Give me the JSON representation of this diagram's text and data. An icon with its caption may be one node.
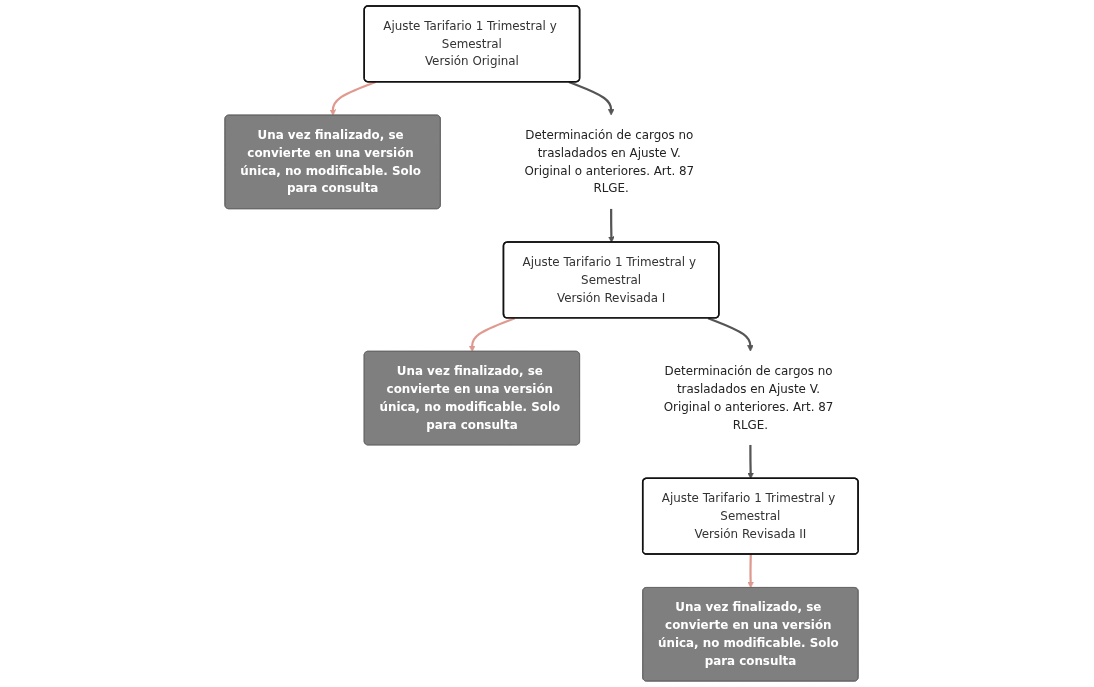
{
  "diagram": {
    "nodes": [
      {
        "text": [
          "Ajuste Tarifario 1 Trimestral y Semestral",
          "Versión Original"
        ]
      },
      {
        "text": [
          "Una vez finalizado, se convierte en una versión única, no modificable. Solo para consulta"
        ]
      },
      {
        "text": [
          "Determinación de cargos no trasladados en Ajuste V. Original o anteriores. Art. 87 RLGE."
        ]
      },
      {
        "text": [
          "Ajuste Tarifario 1 Trimestral y Semestral",
          "Versión Revisada I"
        ]
      },
      {
        "text": [
          "Una vez finalizado, se convierte en una versión única, no modificable. Solo para consulta"
        ]
      },
      {
        "text": [
          "Determinación de cargos no trasladados en Ajuste V. Original o anteriores. Art. 87 RLGE."
        ]
      },
      {
        "text": [
          "Ajuste Tarifario 1 Trimestral y Semestral",
          "Versión Revisada II"
        ]
      },
      {
        "text": [
          "Una vez finalizado, se convierte en una versión única, no modificable. Solo para consulta"
        ]
      }
    ],
    "edges": [
      {
        "from": 0,
        "to": 1,
        "arrow": "to",
        "color": "#e0998f"
      },
      {
        "from": 0,
        "to": 2,
        "arrow": "to"
      },
      {
        "from": 2,
        "to": 3,
        "arrow": "to"
      },
      {
        "from": 3,
        "to": 4,
        "arrow": "to",
        "color": "#e0998f"
      },
      {
        "from": 3,
        "to": 5,
        "arrow": "to"
      },
      {
        "from": 5,
        "to": 6,
        "arrow": "to"
      },
      {
        "from": 6,
        "to": 7,
        "arrow": "to",
        "color": "#e0998f"
      }
    ]
  }
}
